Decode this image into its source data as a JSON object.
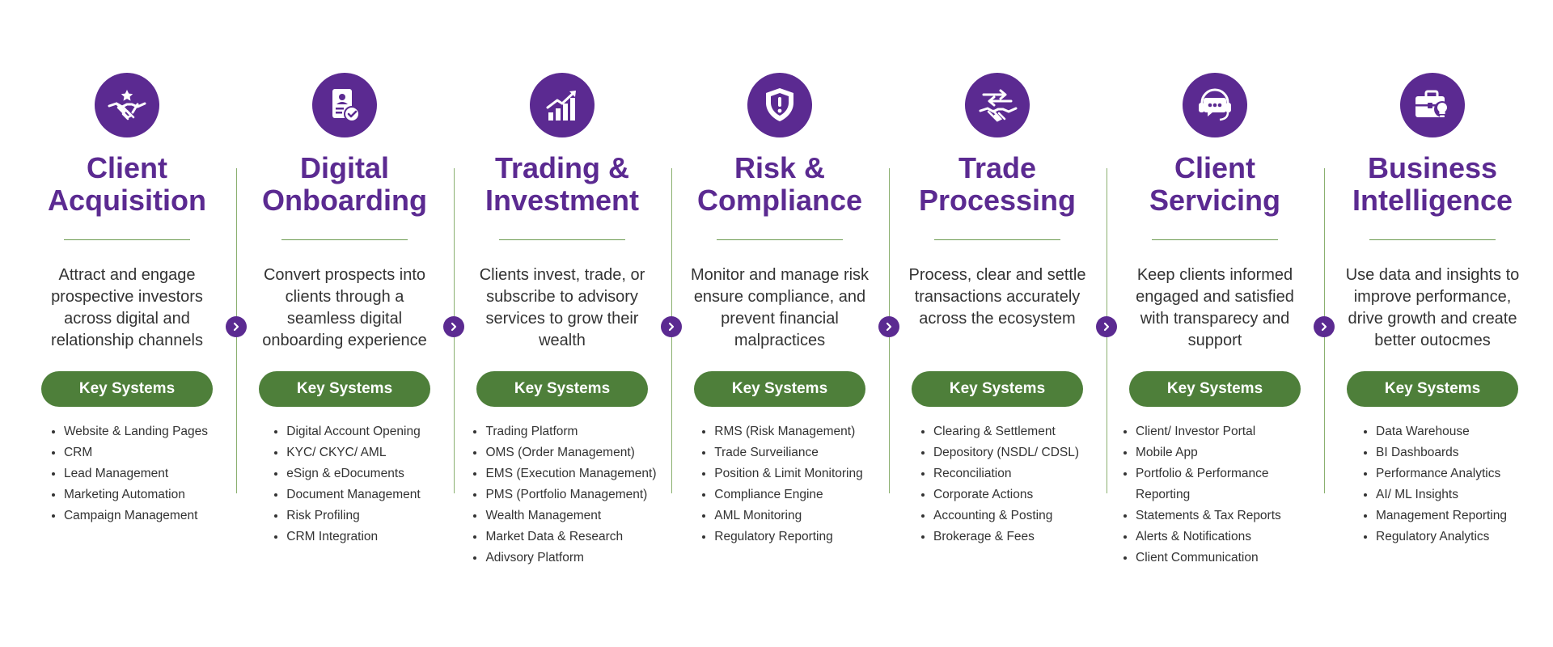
{
  "colors": {
    "purple": "#5b2a91",
    "green": "#4e7f3a",
    "divider": "#8bb070",
    "text": "#333333"
  },
  "columns": [
    {
      "icon": "handshake-star-icon",
      "title": "Client Acquisition",
      "description": "Attract and engage prospective investors across digital and relationship channels",
      "button": "Key Systems",
      "systems": [
        "Website & Landing Pages",
        "CRM",
        "Lead Management",
        "Marketing Automation",
        "Campaign Management"
      ]
    },
    {
      "icon": "id-document-check-icon",
      "title": "Digital Onboarding",
      "description": "Convert prospects into clients through a seamless digital onboarding experience",
      "button": "Key Systems",
      "systems": [
        "Digital Account Opening",
        "KYC/ CKYC/ AML",
        "eSign & eDocuments",
        "Document Management",
        "Risk Profiling",
        "CRM Integration"
      ]
    },
    {
      "icon": "growth-chart-icon",
      "title": "Trading & Investment",
      "description": "Clients invest, trade, or subscribe to advisory services to grow their wealth",
      "button": "Key Systems",
      "systems": [
        "Trading Platform",
        "OMS (Order Management)",
        "EMS (Execution Management)",
        "PMS (Portfolio Management)",
        "Wealth Management",
        "Market Data & Research",
        "Adivsory Platform"
      ]
    },
    {
      "icon": "shield-alert-icon",
      "title": "Risk & Compliance",
      "description": "Monitor and manage risk ensure compliance, and prevent financial malpractices",
      "button": "Key Systems",
      "systems": [
        "RMS (Risk Management)",
        "Trade Surveiliance",
        "Position & Limit Monitoring",
        "Compliance Engine",
        "AML Monitoring",
        "Regulatory Reporting"
      ]
    },
    {
      "icon": "handshake-exchange-icon",
      "title": "Trade Processing",
      "description": "Process, clear and settle transactions accurately across the ecosystem",
      "button": "Key Systems",
      "systems": [
        "Clearing & Settlement",
        "Depository (NSDL/ CDSL)",
        "Reconciliation",
        "Corporate Actions",
        "Accounting & Posting",
        "Brokerage & Fees"
      ]
    },
    {
      "icon": "headset-chat-icon",
      "title": "Client Servicing",
      "description": "Keep clients informed engaged and satisfied with transparecy and support",
      "button": "Key Systems",
      "systems": [
        "Client/ Investor Portal",
        "Mobile App",
        "Portfolio & Performance Reporting",
        "Statements & Tax Reports",
        "Alerts & Notifications",
        "Client Communication"
      ]
    },
    {
      "icon": "briefcase-lightbulb-icon",
      "title": "Business Intelligence",
      "description": "Use data and insights to improve performance, drive growth and create better outocmes",
      "button": "Key Systems",
      "systems": [
        "Data Warehouse",
        "BI Dashboards",
        "Performance Analytics",
        "AI/ ML Insights",
        "Management Reporting",
        "Regulatory Analytics"
      ]
    }
  ]
}
